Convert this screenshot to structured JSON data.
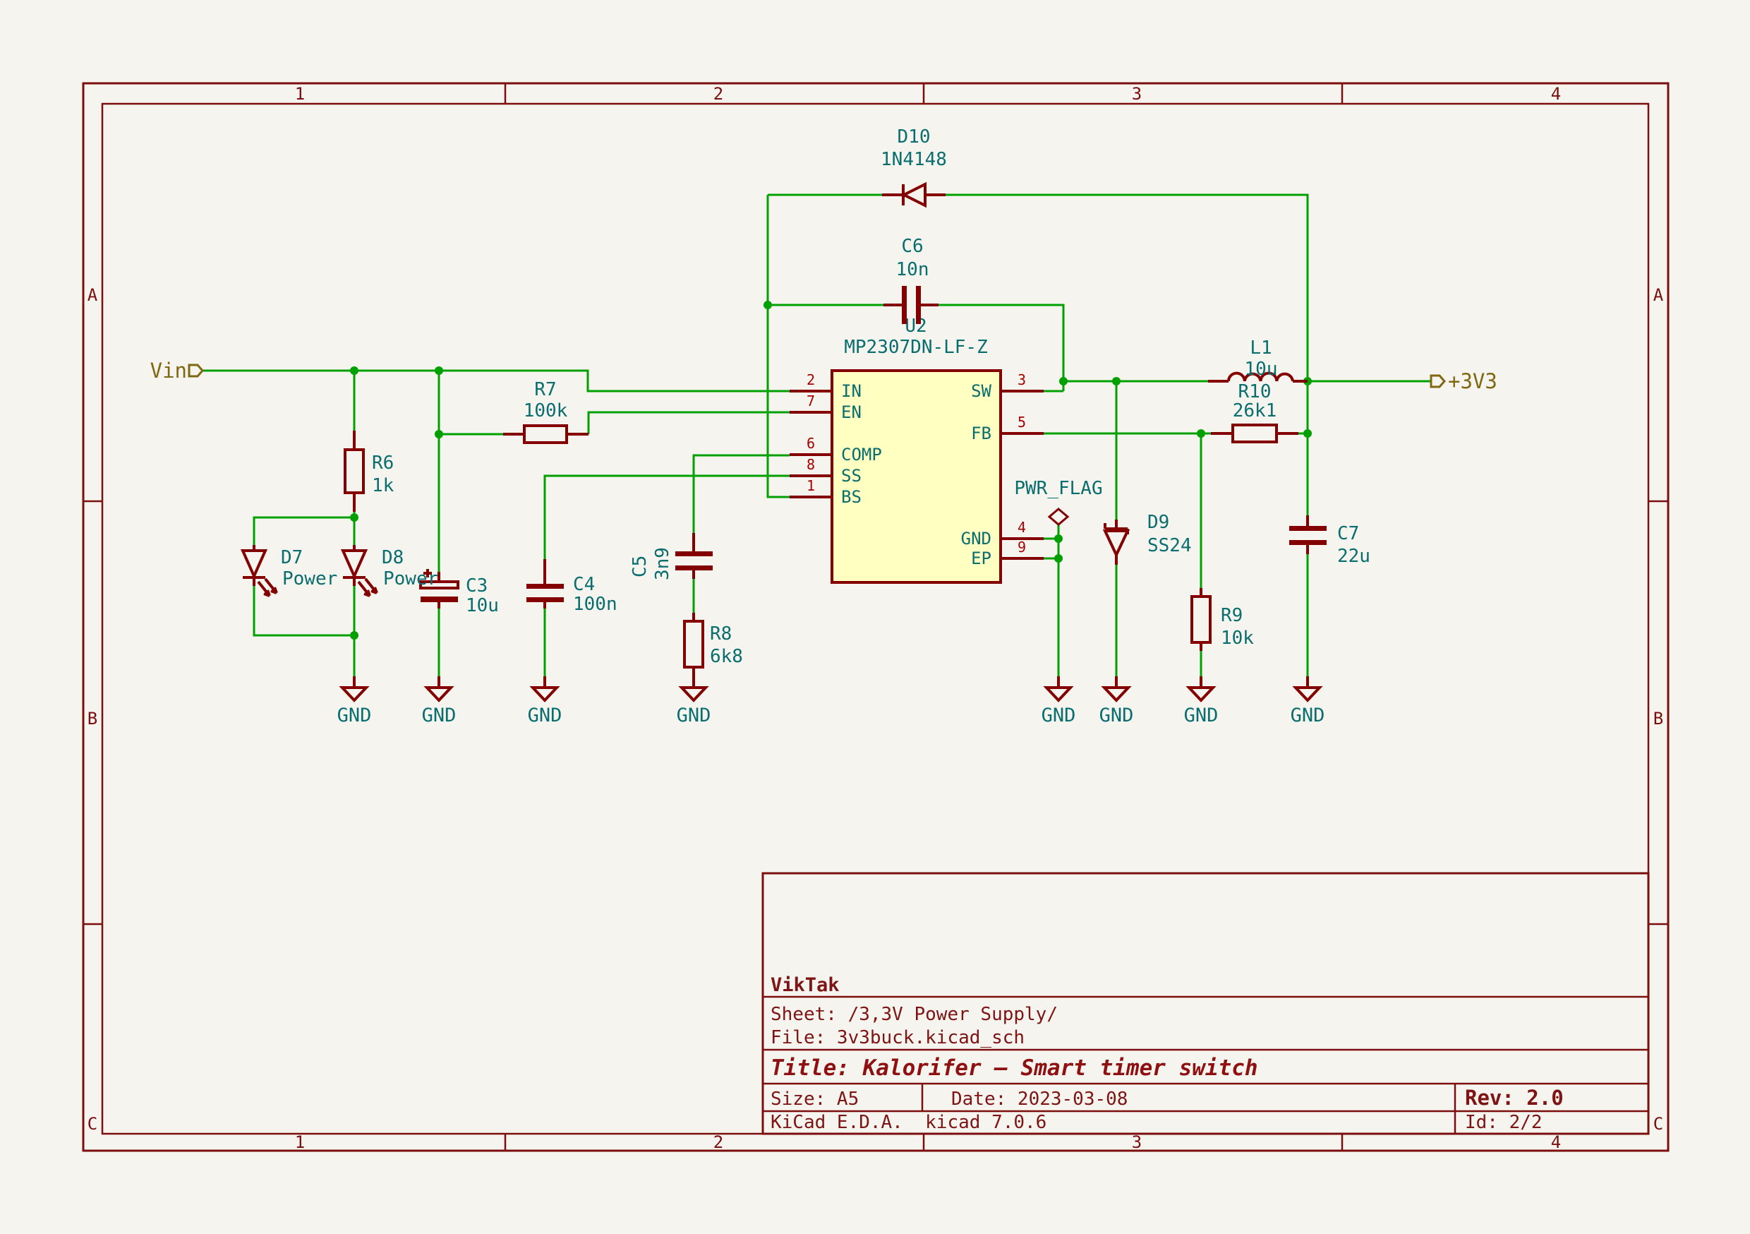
{
  "colors": {
    "background": "#F5F4EF",
    "wire_green": "#00A000",
    "symbol_maroon": "#840000",
    "field_teal": "#0A6E6E",
    "pin_number_red": "#A80000",
    "power_port_olive": "#806810",
    "ic_fill": "#FFFFC2",
    "border_maroon": "#7C0E0E",
    "title_text": "#7E1414"
  },
  "sheet": {
    "columns": [
      "1",
      "2",
      "3",
      "4"
    ],
    "rows": [
      "A",
      "B",
      "C"
    ]
  },
  "title_block": {
    "company": "VikTak",
    "sheet": "Sheet: /3,3V Power Supply/",
    "file": "File: 3v3buck.kicad_sch",
    "title": "Title: Kalorifer – Smart timer switch",
    "size": "Size: A5",
    "date": "Date: 2023-03-08",
    "rev": "Rev: 2.0",
    "tool": "KiCad E.D.A.  kicad 7.0.6",
    "id": "Id: 2/2"
  },
  "power": {
    "vin": "Vin",
    "out": "+3V3",
    "gnd": "GND",
    "flag": "PWR_FLAG"
  },
  "ic": {
    "ref": "U2",
    "value": "MP2307DN-LF-Z",
    "pins": {
      "left": [
        {
          "num": "2",
          "name": "IN"
        },
        {
          "num": "7",
          "name": "EN"
        },
        {
          "num": "6",
          "name": "COMP"
        },
        {
          "num": "8",
          "name": "SS"
        },
        {
          "num": "1",
          "name": "BS"
        }
      ],
      "right": [
        {
          "num": "3",
          "name": "SW"
        },
        {
          "num": "5",
          "name": "FB"
        },
        {
          "num": "4",
          "name": "GND"
        },
        {
          "num": "9",
          "name": "EP"
        }
      ]
    }
  },
  "components": {
    "R6": {
      "ref": "R6",
      "value": "1k"
    },
    "R7": {
      "ref": "R7",
      "value": "100k"
    },
    "R8": {
      "ref": "R8",
      "value": "6k8"
    },
    "R9": {
      "ref": "R9",
      "value": "10k"
    },
    "R10": {
      "ref": "R10",
      "value": "26k1"
    },
    "C3": {
      "ref": "C3",
      "value": "10u"
    },
    "C4": {
      "ref": "C4",
      "value": "100n"
    },
    "C5": {
      "ref": "C5",
      "value": "3n9"
    },
    "C6": {
      "ref": "C6",
      "value": "10n"
    },
    "C7": {
      "ref": "C7",
      "value": "22u"
    },
    "D7": {
      "ref": "D7",
      "value": "Power"
    },
    "D8": {
      "ref": "D8",
      "value": "Power"
    },
    "D9": {
      "ref": "D9",
      "value": "SS24"
    },
    "D10": {
      "ref": "D10",
      "value": "1N4148"
    },
    "L1": {
      "ref": "L1",
      "value": "10u"
    }
  }
}
